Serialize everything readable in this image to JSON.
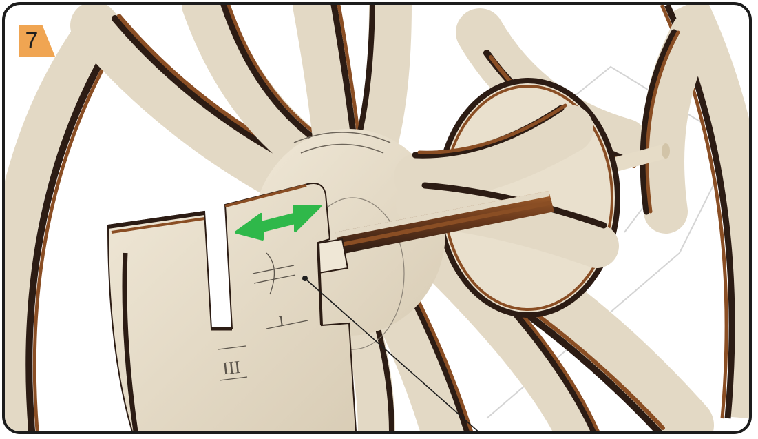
{
  "step": {
    "number": "7"
  },
  "marks": {
    "notch_left": "III",
    "notch_right": "I"
  },
  "colors": {
    "wood": "#e3d9c5",
    "wood_light": "#efe7d6",
    "edge_brown": "#8a4e24",
    "edge_dark": "#2c1c14",
    "arrow": "#2fb84a",
    "badge": "#f0a552",
    "frame": "#1c1c1c"
  },
  "icons": {
    "arrow": "double-arrow-icon",
    "leader": "leader-line-icon"
  }
}
